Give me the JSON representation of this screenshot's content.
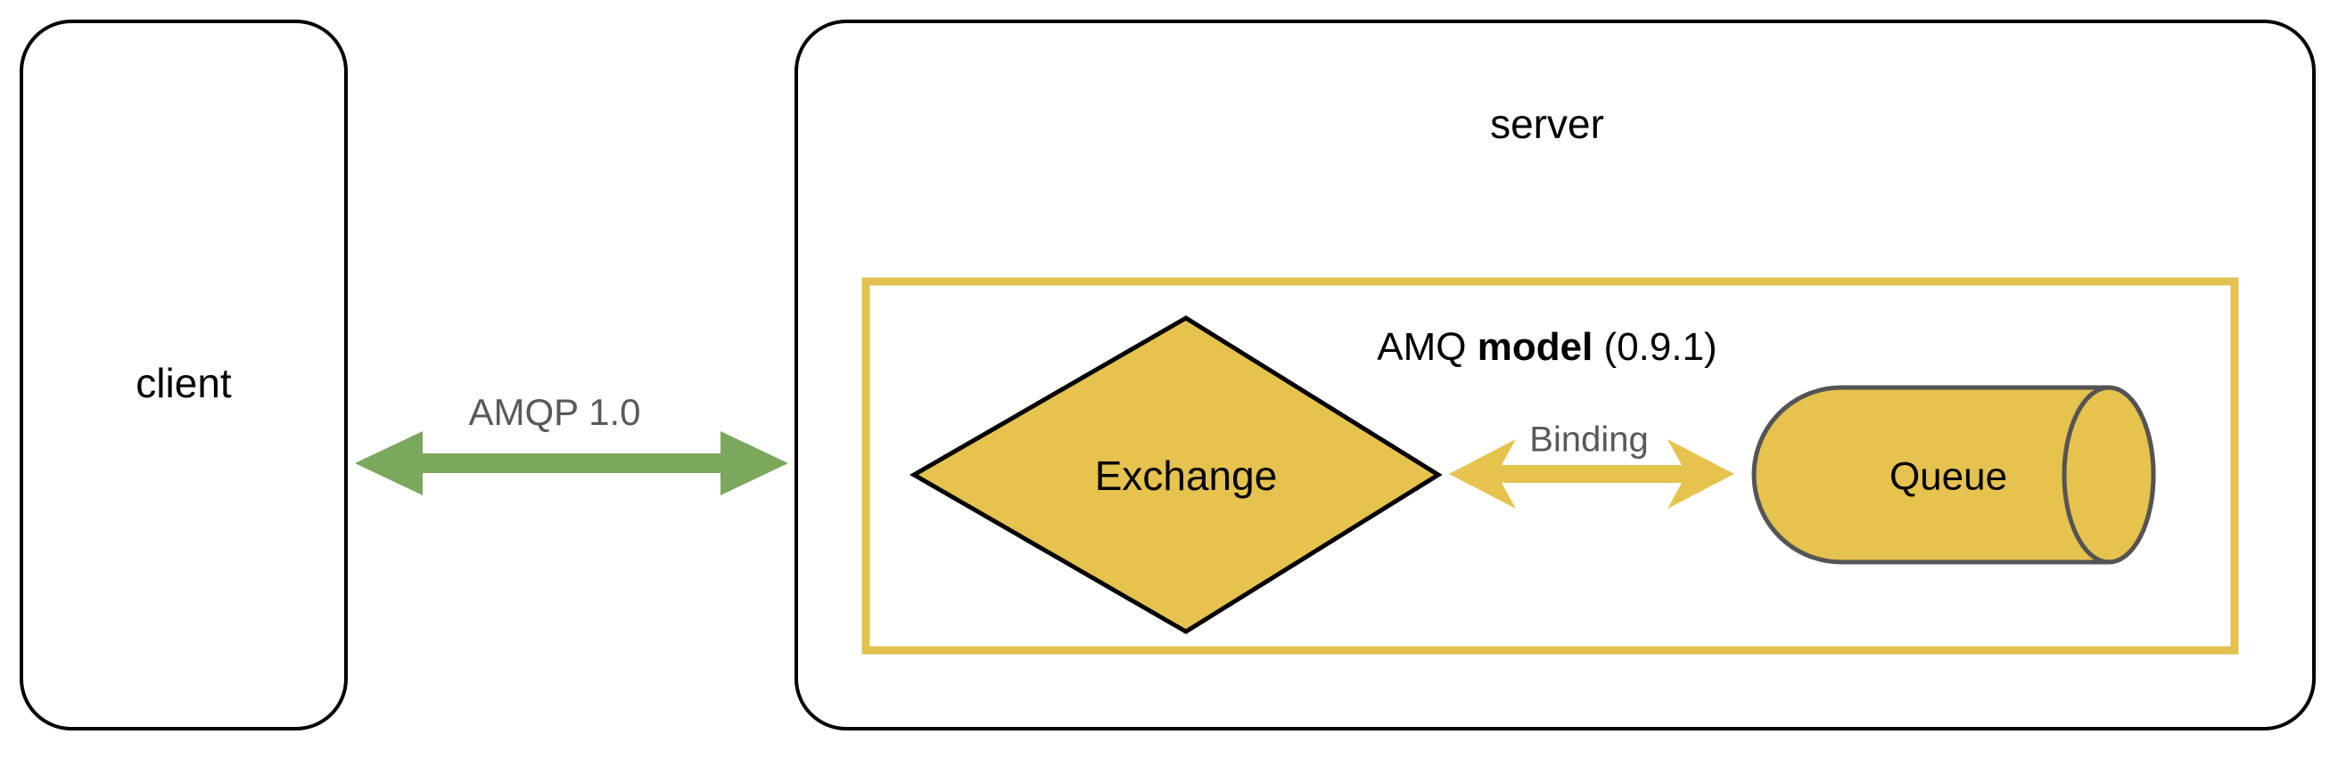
{
  "diagram": {
    "title": "AMQP client/server messaging model",
    "colors": {
      "box_stroke": "#000000",
      "model_box_stroke": "#E3C14F",
      "shape_fill": "#E6C24E",
      "diamond_stroke": "#000000",
      "queue_stroke": "#545454",
      "amqp_arrow": "#7CA85E",
      "binding_arrow": "#E6C24E",
      "label_gray": "#595959",
      "background": "#FFFFFF"
    },
    "client": {
      "label": "client"
    },
    "server": {
      "label": "server"
    },
    "connection": {
      "label": "AMQP 1.0",
      "style": "double-headed-arrow",
      "color": "#7CA85E"
    },
    "model_box": {
      "label_prefix": "AMQ ",
      "label_bold": "model",
      "label_suffix": " (0.9.1)",
      "label_full": "AMQ model (0.9.1)"
    },
    "exchange": {
      "label": "Exchange",
      "shape": "diamond"
    },
    "queue": {
      "label": "Queue",
      "shape": "cylinder"
    },
    "binding": {
      "label": "Binding",
      "style": "double-headed-arrow",
      "color": "#E6C24E"
    }
  }
}
